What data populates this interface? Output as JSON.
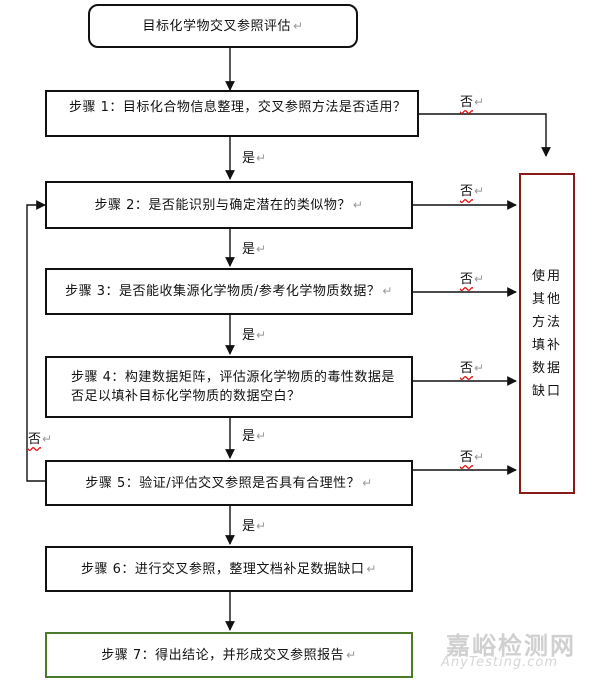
{
  "flow": {
    "start": "目标化学物交叉参照评估",
    "steps": [
      "步骤 1：目标化合物信息整理，交叉参照方法是否适用？",
      "步骤 2：是否能识别与确定潜在的类似物？",
      "步骤 3：是否能收集源化学物质/参考化学物质数据？",
      "步骤 4：构建数据矩阵，评估源化学物质的毒性数据是否足以填补目标化学物质的数据空白？",
      "步骤 5：验证/评估交叉参照是否具有合理性？",
      "步骤 6：进行交叉参照，整理文档补足数据缺口",
      "步骤 7：得出结论，并形成交叉参照报告"
    ],
    "side_box": "使用其他方法填补数据缺口",
    "yes_label": "是",
    "no_label": "否",
    "mark": "↵"
  },
  "watermark": {
    "cn": "嘉峪检测网",
    "en": "AnyTesting.com"
  }
}
